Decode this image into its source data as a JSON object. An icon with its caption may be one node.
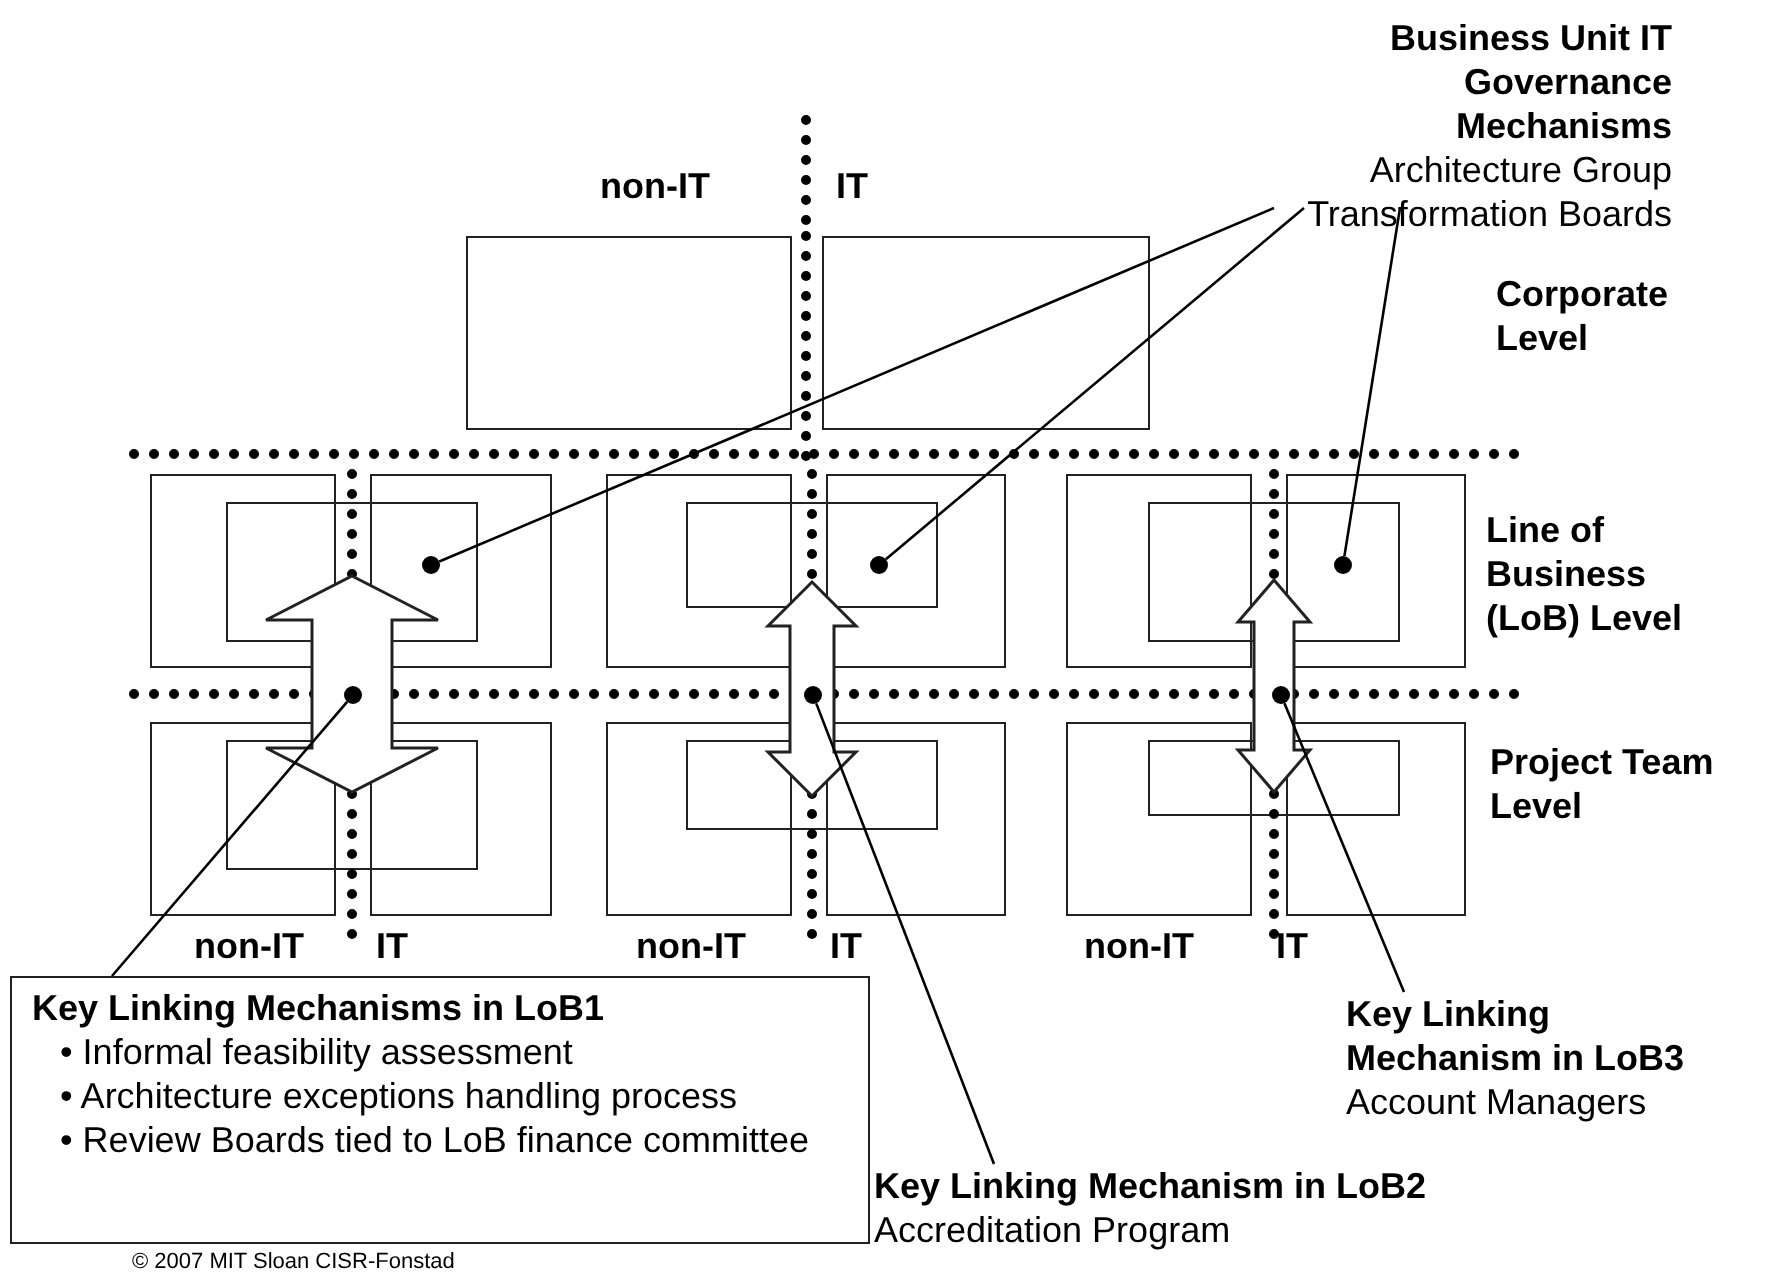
{
  "diagram": {
    "nodes": [
      {
        "text": [
          "Business Unit IT Governance Mechanisms",
          "Architecture Group",
          "Transformation Boards"
        ]
      },
      {
        "text": [],
        "shape": "box"
      },
      {
        "text": [],
        "shape": "box"
      },
      {
        "text": [],
        "shape": "box"
      },
      {
        "text": [],
        "shape": "box"
      },
      {
        "text": [],
        "shape": "box"
      },
      {
        "text": [],
        "shape": "circle"
      },
      {
        "text": [],
        "shape": "box"
      },
      {
        "text": [],
        "shape": "box"
      },
      {
        "text": [],
        "shape": "box"
      },
      {
        "text": [],
        "shape": "circle"
      },
      {
        "text": [],
        "shape": "box"
      },
      {
        "text": [],
        "shape": "box"
      },
      {
        "text": [],
        "shape": "box"
      },
      {
        "text": [],
        "shape": "circle"
      },
      {
        "text": [],
        "shape": "box"
      },
      {
        "text": [],
        "shape": "box"
      },
      {
        "text": [],
        "shape": "box"
      },
      {
        "text": [],
        "shape": "box"
      },
      {
        "text": [],
        "shape": "box"
      },
      {
        "text": [],
        "shape": "box"
      },
      {
        "text": [],
        "shape": "box"
      },
      {
        "text": [],
        "shape": "box"
      },
      {
        "text": [],
        "shape": "box"
      },
      {
        "text": [],
        "shape": "circle"
      },
      {
        "text": [],
        "shape": "circle"
      },
      {
        "text": [],
        "shape": "circle"
      },
      {
        "text": [
          "Key Linking Mechanisms in LoB1",
          "• Informal feasibility assessment",
          "• Architecture exceptions handling process",
          "• Review Boards tied to LoB finance committee"
        ]
      },
      {
        "text": [
          "Key Linking Mechanism in LoB2",
          "Accreditation Program"
        ]
      },
      {
        "text": [
          "Key Linking Mechanism in LoB3",
          "Account Managers"
        ]
      }
    ],
    "edges": [
      {
        "from": 0,
        "to": 6,
        "arrow": "none"
      },
      {
        "from": 0,
        "to": 10,
        "arrow": "none"
      },
      {
        "from": 0,
        "to": 14,
        "arrow": "none"
      },
      {
        "from": 5,
        "to": 17,
        "arrow": "both"
      },
      {
        "from": 9,
        "to": 20,
        "arrow": "both"
      },
      {
        "from": 13,
        "to": 23,
        "arrow": "both"
      },
      {
        "from": 27,
        "to": 24,
        "arrow": "none"
      },
      {
        "from": 28,
        "to": 25,
        "arrow": "none"
      },
      {
        "from": 29,
        "to": 26,
        "arrow": "none"
      }
    ],
    "labels": [
      "non-IT",
      "IT",
      "Corporate Level",
      "Line of Business (LoB) Level",
      "Project Team Level",
      "non-IT",
      "IT",
      "non-IT",
      "IT",
      "non-IT",
      "IT",
      "© 2007 MIT Sloan CISR-Fonstad"
    ]
  }
}
